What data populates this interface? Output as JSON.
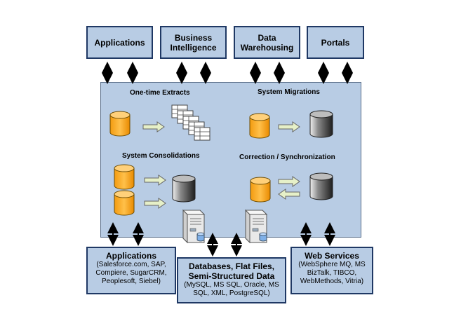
{
  "top_boxes": [
    {
      "label": "Applications"
    },
    {
      "label": "Business Intelligence"
    },
    {
      "label": "Data Warehousing"
    },
    {
      "label": "Portals"
    }
  ],
  "center": {
    "sections": [
      {
        "label": "One-time Extracts"
      },
      {
        "label": "System Migrations"
      },
      {
        "label": "System Consolidations"
      },
      {
        "label": "Correction / Synchronization"
      }
    ]
  },
  "bottom_boxes": [
    {
      "title": "Applications",
      "detail": "(Salesforce.com, SAP, Compiere, SugarCRM, Peoplesoft, Siebel)"
    },
    {
      "title": "Databases, Flat Files, Semi-Structured Data",
      "detail": "(MySQL, MS SQL, Oracle, MS SQL, XML, PostgreSQL)"
    },
    {
      "title": "Web Services",
      "detail": "(WebSphere MQ, MS BizTalk, TIBCO, WebMethods, Vitria)"
    }
  ],
  "colors": {
    "box_fill": "#b8cce4",
    "box_border": "#1f3864",
    "source_db": "#f4a31b",
    "target_db": "#4d4d4d",
    "arrow": "#e6f0c8"
  },
  "icons": [
    "double-arrow-icon",
    "database-icon",
    "table-sheets-icon",
    "server-icon",
    "right-arrow-icon",
    "left-arrow-icon"
  ]
}
